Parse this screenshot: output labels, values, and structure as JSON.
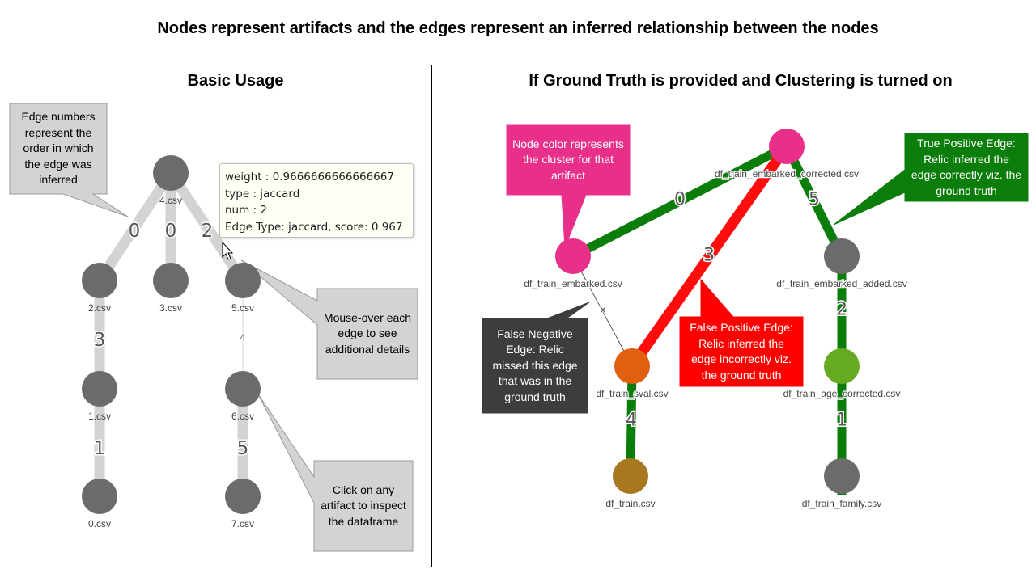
{
  "title": "Nodes represent artifacts and the edges represent an inferred relationship between the nodes",
  "left_panel": {
    "title": "Basic Usage",
    "nodes": [
      {
        "id": "4",
        "label": "4.csv"
      },
      {
        "id": "2",
        "label": "2.csv"
      },
      {
        "id": "3",
        "label": "3.csv"
      },
      {
        "id": "5",
        "label": "5.csv"
      },
      {
        "id": "1",
        "label": "1.csv"
      },
      {
        "id": "6",
        "label": "6.csv"
      },
      {
        "id": "0",
        "label": "0.csv"
      },
      {
        "id": "7",
        "label": "7.csv"
      }
    ],
    "edges": [
      {
        "from": "4",
        "to": "2",
        "label": "0"
      },
      {
        "from": "4",
        "to": "3",
        "label": "0"
      },
      {
        "from": "4",
        "to": "5",
        "label": "2"
      },
      {
        "from": "2",
        "to": "1",
        "label": "3"
      },
      {
        "from": "1",
        "to": "0",
        "label": "1"
      },
      {
        "from": "5",
        "to": "6",
        "label": "4"
      },
      {
        "from": "6",
        "to": "7",
        "label": "5"
      }
    ],
    "tooltip": [
      "weight : 0.9666666666666667",
      "type : jaccard",
      "num : 2",
      "Edge Type: jaccard, score: 0.967"
    ],
    "callouts": {
      "edge_numbers": "Edge numbers represent the order in which the edge was inferred",
      "mouse_over": "Mouse-over each edge to see additional details",
      "click": "Click on any artifact to inspect the dataframe"
    }
  },
  "right_panel": {
    "title": "If Ground Truth is provided and Clustering is turned on",
    "nodes": [
      {
        "id": "corrected",
        "label": "df_train_embarked_corrected.csv",
        "color": "#e8308a"
      },
      {
        "id": "embarked",
        "label": "df_train_embarked.csv",
        "color": "#e8308a"
      },
      {
        "id": "added",
        "label": "df_train_embarked_added.csv",
        "color": "#6b6b6b"
      },
      {
        "id": "sval",
        "label": "df_train_sval.csv",
        "color": "#e06010"
      },
      {
        "id": "age",
        "label": "df_train_age_corrected.csv",
        "color": "#66aa22"
      },
      {
        "id": "train",
        "label": "df_train.csv",
        "color": "#a87820"
      },
      {
        "id": "family",
        "label": "df_train_family.csv",
        "color": "#6b6b6b"
      }
    ],
    "edges": [
      {
        "from": "embarked",
        "to": "corrected",
        "label": "0",
        "kind": "true-positive"
      },
      {
        "from": "corrected",
        "to": "sval",
        "label": "3",
        "kind": "false-positive"
      },
      {
        "from": "corrected",
        "to": "added",
        "label": "5",
        "kind": "true-positive"
      },
      {
        "from": "added",
        "to": "age",
        "label": "2",
        "kind": "true-positive"
      },
      {
        "from": "age",
        "to": "family",
        "label": "1",
        "kind": "true-positive"
      },
      {
        "from": "sval",
        "to": "train",
        "label": "4",
        "kind": "true-positive"
      },
      {
        "from": "embarked",
        "to": "sval",
        "label": "x",
        "kind": "false-negative"
      }
    ],
    "callouts": {
      "node_color": "Node color represents the cluster for that artifact",
      "true_positive": "True Positive Edge: Relic inferred the edge correctly viz. the ground truth",
      "false_negative": "False Negative Edge: Relic missed this edge that was in the ground truth",
      "false_positive": "False Positive Edge: Relic inferred the edge incorrectly viz. the ground truth"
    }
  },
  "colors": {
    "grey_node": "#6b6b6b",
    "grey_edge": "#d3d3d3",
    "true_positive": "#0a7d0a",
    "false_positive": "#ff0d0d",
    "pink_callout": "#e8308a",
    "green_callout": "#0a7d0a",
    "dark_callout": "#3d3d3d",
    "red_callout": "#ff0000",
    "grey_callout": "#d3d3d3"
  }
}
